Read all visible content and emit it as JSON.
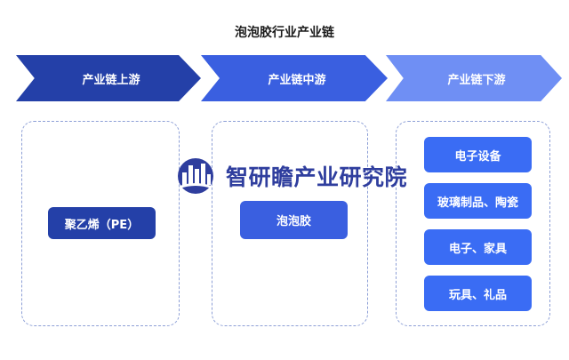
{
  "title": "泡泡胶行业产业链",
  "stages": {
    "upstream": "产业链上游",
    "midstream": "产业链中游",
    "downstream": "产业链下游"
  },
  "upstream_items": [
    "聚乙烯（PE）"
  ],
  "midstream_items": [
    "泡泡胶"
  ],
  "downstream_items": [
    "电子设备",
    "玻璃制品、陶瓷",
    "电子、家具",
    "玩具、礼品"
  ],
  "watermark": "智研瞻产业研究院",
  "colors": {
    "upstream": "#2440a8",
    "midstream": "#3a5fe0",
    "downstream": "#6f8ff4",
    "downstream_node": "#3a6cf4",
    "panel_border": "#8d9fd6"
  }
}
